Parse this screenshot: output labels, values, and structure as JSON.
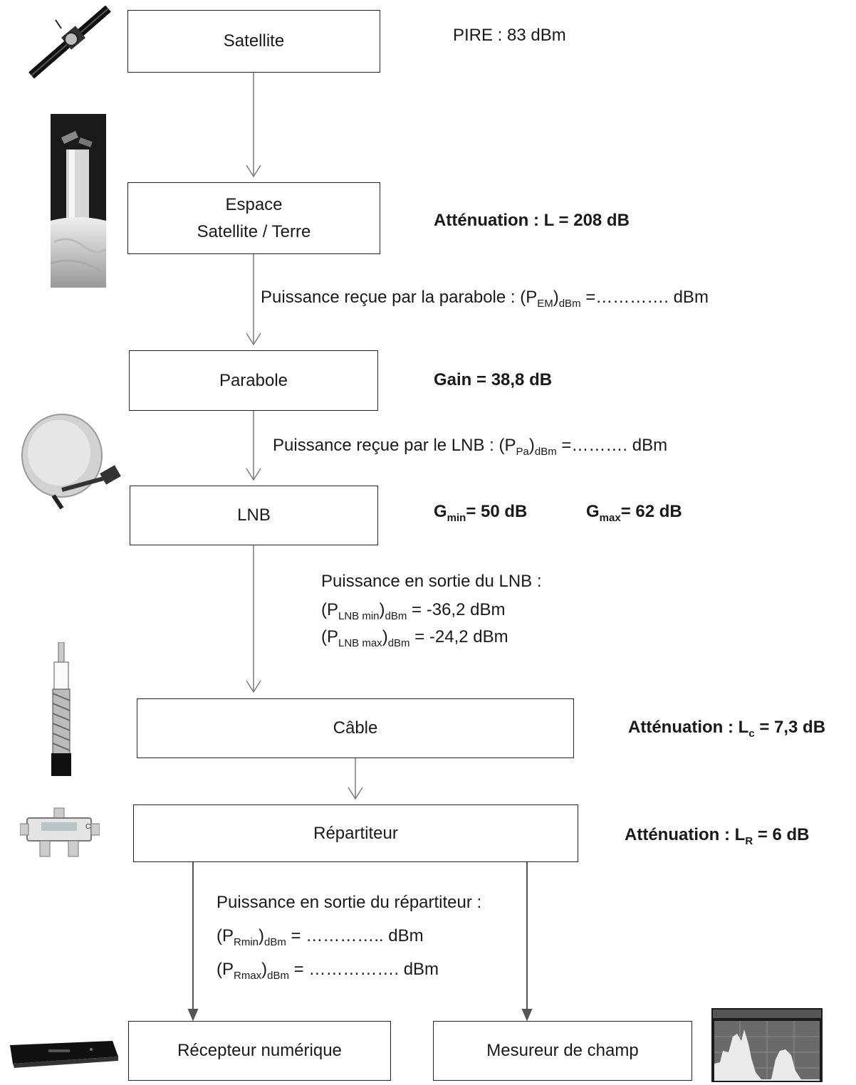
{
  "boxes": {
    "satellite": "Satellite",
    "espace_l1": "Espace",
    "espace_l2": "Satellite / Terre",
    "parabole": "Parabole",
    "lnb": "LNB",
    "cable": "Câble",
    "repartiteur": "Répartiteur",
    "recepteur": "Récepteur numérique",
    "mesureur": "Mesureur de champ"
  },
  "annotations": {
    "pire": "PIRE : 83 dBm",
    "attenuation_espace": "Atténuation : L = 208 dB",
    "gain_parabole": "Gain = 38,8 dB",
    "lnb_gmin_prefix": "G",
    "lnb_gmin_sub": "min",
    "lnb_gmin_value": "= 50 dB",
    "lnb_gmax_prefix": "G",
    "lnb_gmax_sub": "max",
    "lnb_gmax_value": "= 62 dB",
    "cable_prefix": "Atténuation : L",
    "cable_sub": "c",
    "cable_value": " = 7,3 dB",
    "rep_prefix": "Atténuation : L",
    "rep_sub": "R",
    "rep_value": " = 6 dB"
  },
  "flows": {
    "parabole_prefix": "Puissance reçue par la parabole : (P",
    "parabole_sub1": "EM",
    "parabole_mid": ")",
    "parabole_sub2": "dBm",
    "parabole_suffix": " =…………. dBm",
    "lnb_prefix": "Puissance reçue par le LNB : (P",
    "lnb_sub1": "Pa",
    "lnb_mid": ")",
    "lnb_sub2": "dBm",
    "lnb_suffix": " =………. dBm",
    "lnb_out_title": "Puissance en sortie du  LNB :",
    "lnb_min_p": "(P",
    "lnb_min_sub1": "LNB min",
    "lnb_min_mid": ")",
    "lnb_min_sub2": "dBm",
    "lnb_min_value": " = -36,2 dBm",
    "lnb_max_p": "(P",
    "lnb_max_sub1": "LNB max",
    "lnb_max_mid": ")",
    "lnb_max_sub2": "dBm",
    "lnb_max_value": " = -24,2 dBm",
    "rep_out_title": "Puissance en sortie du répartiteur :",
    "rmin_p": "(P",
    "rmin_sub1": "Rmin",
    "rmin_mid": ")",
    "rmin_sub2": "dBm",
    "rmin_value": " =  ………….. dBm",
    "rmax_p": "(P",
    "rmax_sub1": "Rmax",
    "rmax_mid": ")",
    "rmax_sub2": "dBm",
    "rmax_value": " = ……………. dBm"
  },
  "icons": [
    "satellite-photo",
    "space-photo",
    "dish-photo",
    "cable-photo",
    "splitter-photo",
    "receiver-photo",
    "spectrum-analyzer-photo"
  ]
}
